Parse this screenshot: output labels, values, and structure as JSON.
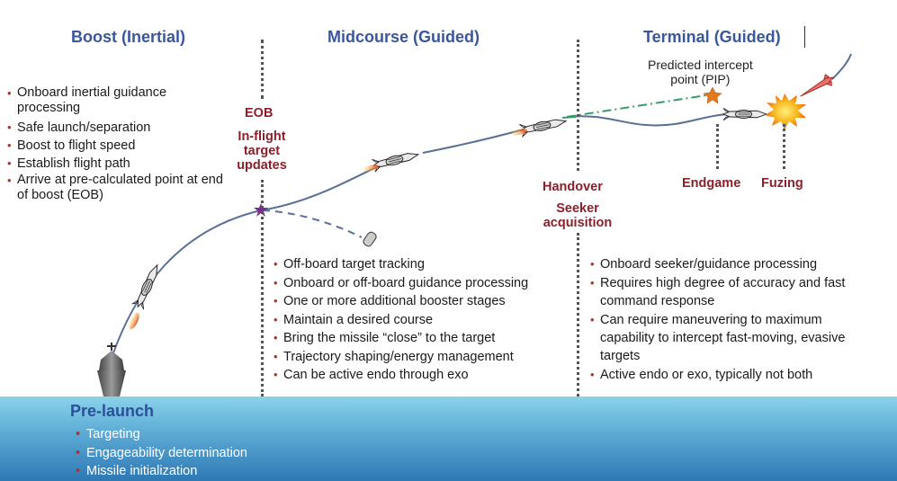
{
  "phases": {
    "boost": {
      "title": "Boost (Inertial)",
      "bullets": [
        "Onboard inertial guidance processing",
        "Safe launch/separation",
        "Boost to flight speed",
        "Establish flight path",
        "Arrive at pre-calculated point at end of boost (EOB)"
      ]
    },
    "midcourse": {
      "title": "Midcourse (Guided)",
      "bullets": [
        "Off-board target tracking",
        "Onboard or off-board guidance processing",
        "One or more additional booster stages",
        "Maintain a desired course",
        "Bring the missile “close” to the target",
        "Trajectory shaping/energy management",
        "Can be active endo through exo"
      ]
    },
    "terminal": {
      "title": "Terminal (Guided)",
      "bullets": [
        "Onboard seeker/guidance processing",
        "Requires high degree of accuracy and fast command response",
        "Can require maneuvering to maximum capability to intercept fast-moving, evasive targets",
        "Active endo or exo, typically not both"
      ]
    },
    "prelaunch": {
      "title": "Pre-launch",
      "bullets": [
        "Targeting",
        "Engageability determination",
        "Missile initialization"
      ]
    }
  },
  "events": {
    "eob": "EOB",
    "inflight_1": "In-flight",
    "inflight_2": "target",
    "inflight_3": "updates",
    "handover": "Handover",
    "seeker_1": "Seeker",
    "seeker_2": "acquisition",
    "endgame": "Endgame",
    "fuzing": "Fuzing"
  },
  "pip": {
    "line1": "Predicted intercept",
    "line2": "point (PIP)"
  },
  "icons": {
    "launch_ship": "ship-icon",
    "missile": "missile-icon",
    "spent_booster": "booster-icon",
    "eob_marker": "star-icon",
    "pip_marker": "star-icon",
    "explosion": "explosion-icon",
    "target": "target-missile-icon"
  },
  "colors": {
    "title_blue": "#3a569c",
    "event_red": "#8b1f2a",
    "bullet_red": "#b0312c",
    "trajectory": "#5a6f94",
    "pip_line": "#3a9a6a",
    "eob_star": "#7a2d8c",
    "pip_star": "#e07a1a",
    "water_top": "#8ad3ea",
    "water_bottom": "#2e78b4"
  }
}
